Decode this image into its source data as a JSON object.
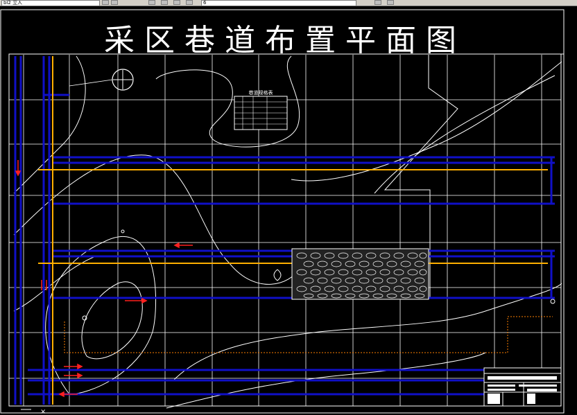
{
  "toolbar": {
    "field1_value": "bl2 立人",
    "field2_value": "6"
  },
  "drawing": {
    "title": "采区巷道布置平面图",
    "legend_title": "巷道规格表"
  }
}
